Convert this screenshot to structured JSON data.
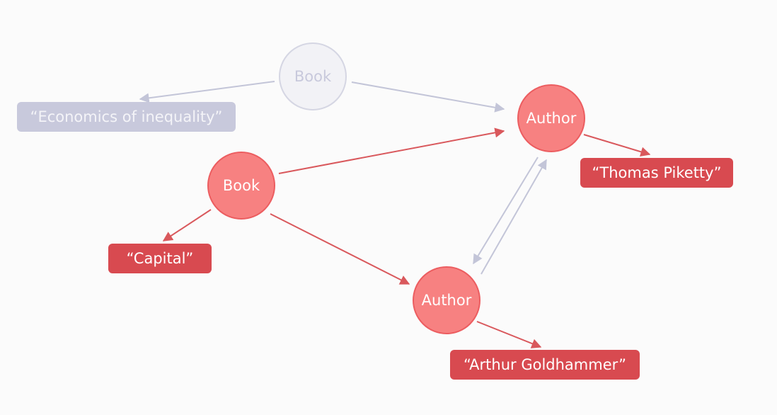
{
  "colors": {
    "node_fill": "#f78181",
    "node_border": "#ec5d60",
    "label_fill": "#d84a50",
    "edge_active": "#d9585c",
    "faded_node_fill": "#f2f2f6",
    "faded_border": "#d5d6e3",
    "faded_label_fill": "#c8c9dc",
    "edge_faded": "#c3c5d8"
  },
  "nodes": {
    "book_faded": "Book",
    "book": "Book",
    "author_piketty": "Author",
    "author_goldhammer": "Author"
  },
  "labels": {
    "economics": "“Economics of inequality”",
    "capital": "“Capital”",
    "piketty": "“Thomas Piketty”",
    "goldhammer": "“Arthur Goldhammer”"
  }
}
